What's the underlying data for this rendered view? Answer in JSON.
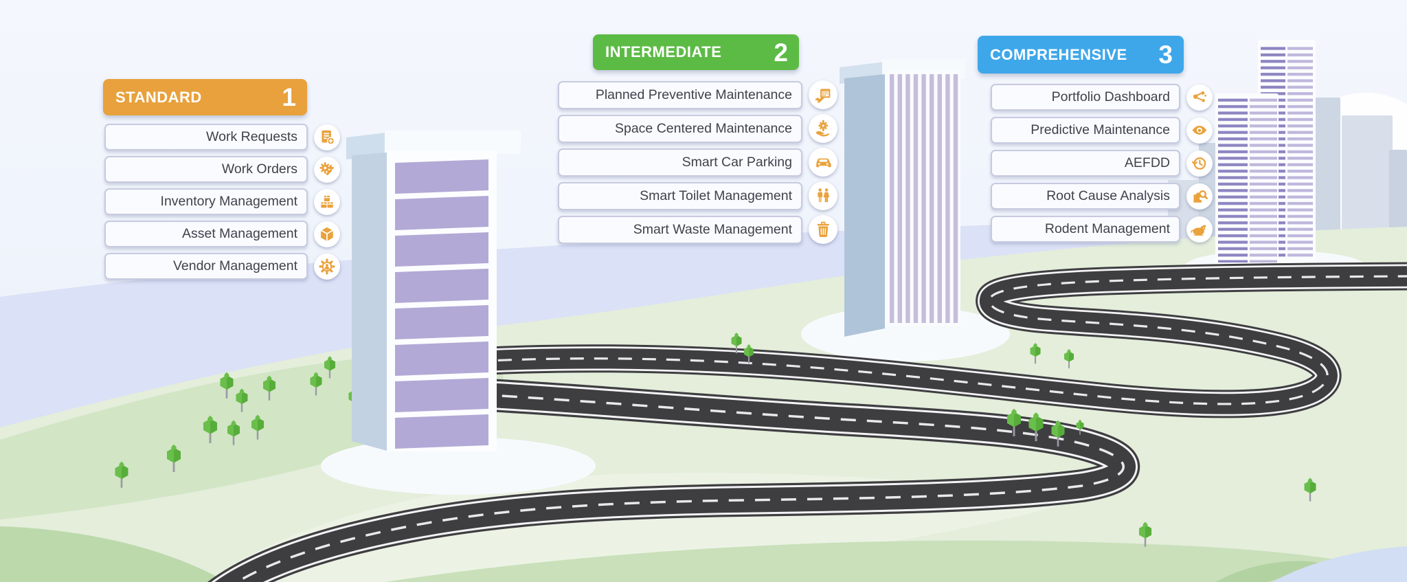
{
  "icon_color": "#E9A23C",
  "tiers": [
    {
      "name": "STANDARD",
      "number": "1",
      "color": "#E8A13C",
      "items": [
        {
          "label": "Work Requests",
          "icon": "document-plus-icon"
        },
        {
          "label": "Work Orders",
          "icon": "gear-wrench-icon"
        },
        {
          "label": "Inventory Management",
          "icon": "inventory-boxes-icon"
        },
        {
          "label": "Asset Management",
          "icon": "cube-icon"
        },
        {
          "label": "Vendor Management",
          "icon": "gear-person-icon"
        }
      ]
    },
    {
      "name": "INTERMEDIATE",
      "number": "2",
      "color": "#5CBB45",
      "items": [
        {
          "label": "Planned Preventive Maintenance",
          "icon": "calendar-wrench-icon"
        },
        {
          "label": "Space Centered Maintenance",
          "icon": "hand-gear-icon"
        },
        {
          "label": "Smart Car Parking",
          "icon": "car-icon"
        },
        {
          "label": "Smart Toilet Management",
          "icon": "restroom-people-icon"
        },
        {
          "label": "Smart Waste Management",
          "icon": "trash-bin-icon"
        }
      ]
    },
    {
      "name": "COMPREHENSIVE",
      "number": "3",
      "color": "#3EA7EA",
      "items": [
        {
          "label": "Portfolio Dashboard",
          "icon": "network-nodes-icon"
        },
        {
          "label": "Predictive Maintenance",
          "icon": "eye-icon"
        },
        {
          "label": "AEFDD",
          "icon": "clock-history-icon"
        },
        {
          "label": "Root Cause Analysis",
          "icon": "puzzle-magnifier-icon"
        },
        {
          "label": "Rodent Management",
          "icon": "mouse-icon"
        }
      ]
    }
  ],
  "scene": {
    "sky_color": "#F0F4FB",
    "distant_hill_color": "#DBE1F6",
    "grass_color": "#E4EEDB",
    "road_color": "#3E3E41",
    "water_color": "#D2DEF4",
    "building_band_color": "#B2A9D6",
    "tree_color": "#6ABE4B"
  }
}
